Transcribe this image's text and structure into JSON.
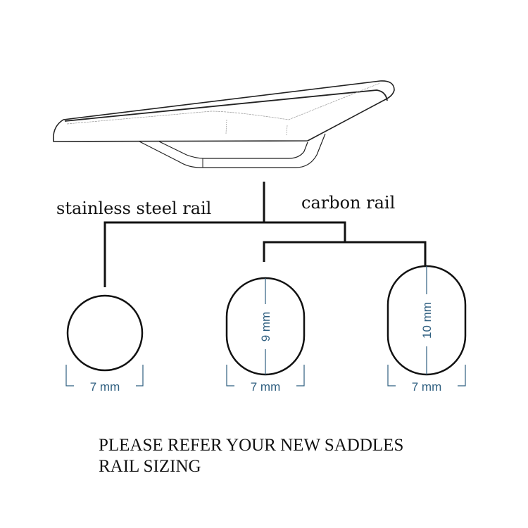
{
  "labels": {
    "steel": "stainless steel rail",
    "carbon": "carbon rail"
  },
  "rails": [
    {
      "type": "stainless steel",
      "width": "7 mm"
    },
    {
      "type": "carbon",
      "width": "7 mm",
      "height": "9 mm"
    },
    {
      "type": "carbon",
      "width": "7 mm",
      "height": "10 mm"
    }
  ],
  "note": {
    "line1": "PLEASE REFER YOUR NEW SADDLES",
    "line2": "RAIL SIZING"
  },
  "colors": {
    "dimension": "#2f5f80",
    "line": "#111111"
  }
}
